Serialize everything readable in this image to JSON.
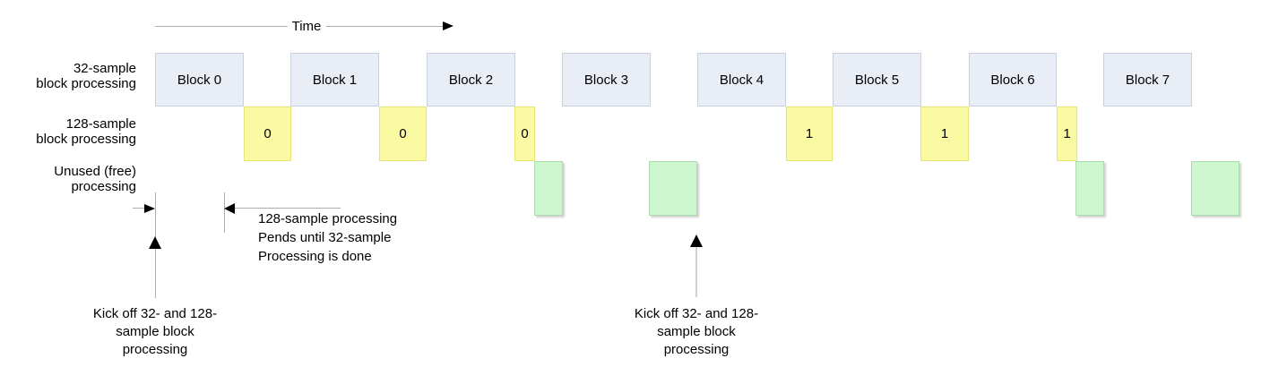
{
  "colors": {
    "blue_fill": "#e9edf6",
    "blue_border": "#c7d0df",
    "yellow_fill": "#fafaa2",
    "yellow_border": "#e4e478",
    "green_fill": "#cdf6ce",
    "green_border": "#aadcac",
    "line_gray": "#adadad",
    "line_light": "#d2d2d2"
  },
  "time_label": "Time",
  "row_labels": {
    "row1": "32-sample\nblock processing",
    "row2": "128-sample\nblock processing",
    "row3": "Unused (free)\nprocessing"
  },
  "blocks": [
    "Block 0",
    "Block 1",
    "Block 2",
    "Block 3",
    "Block 4",
    "Block 5",
    "Block 6",
    "Block 7"
  ],
  "yellow_labels": [
    "0",
    "0",
    "0",
    "1",
    "1",
    "1"
  ],
  "annotations": {
    "pend_note": "128-sample processing\nPends until 32-sample\nProcessing is done",
    "kickoff_left": "Kick off 32- and 128-\nsample block\nprocessing",
    "kickoff_right": "Kick off 32- and 128-\nsample block\nprocessing"
  }
}
